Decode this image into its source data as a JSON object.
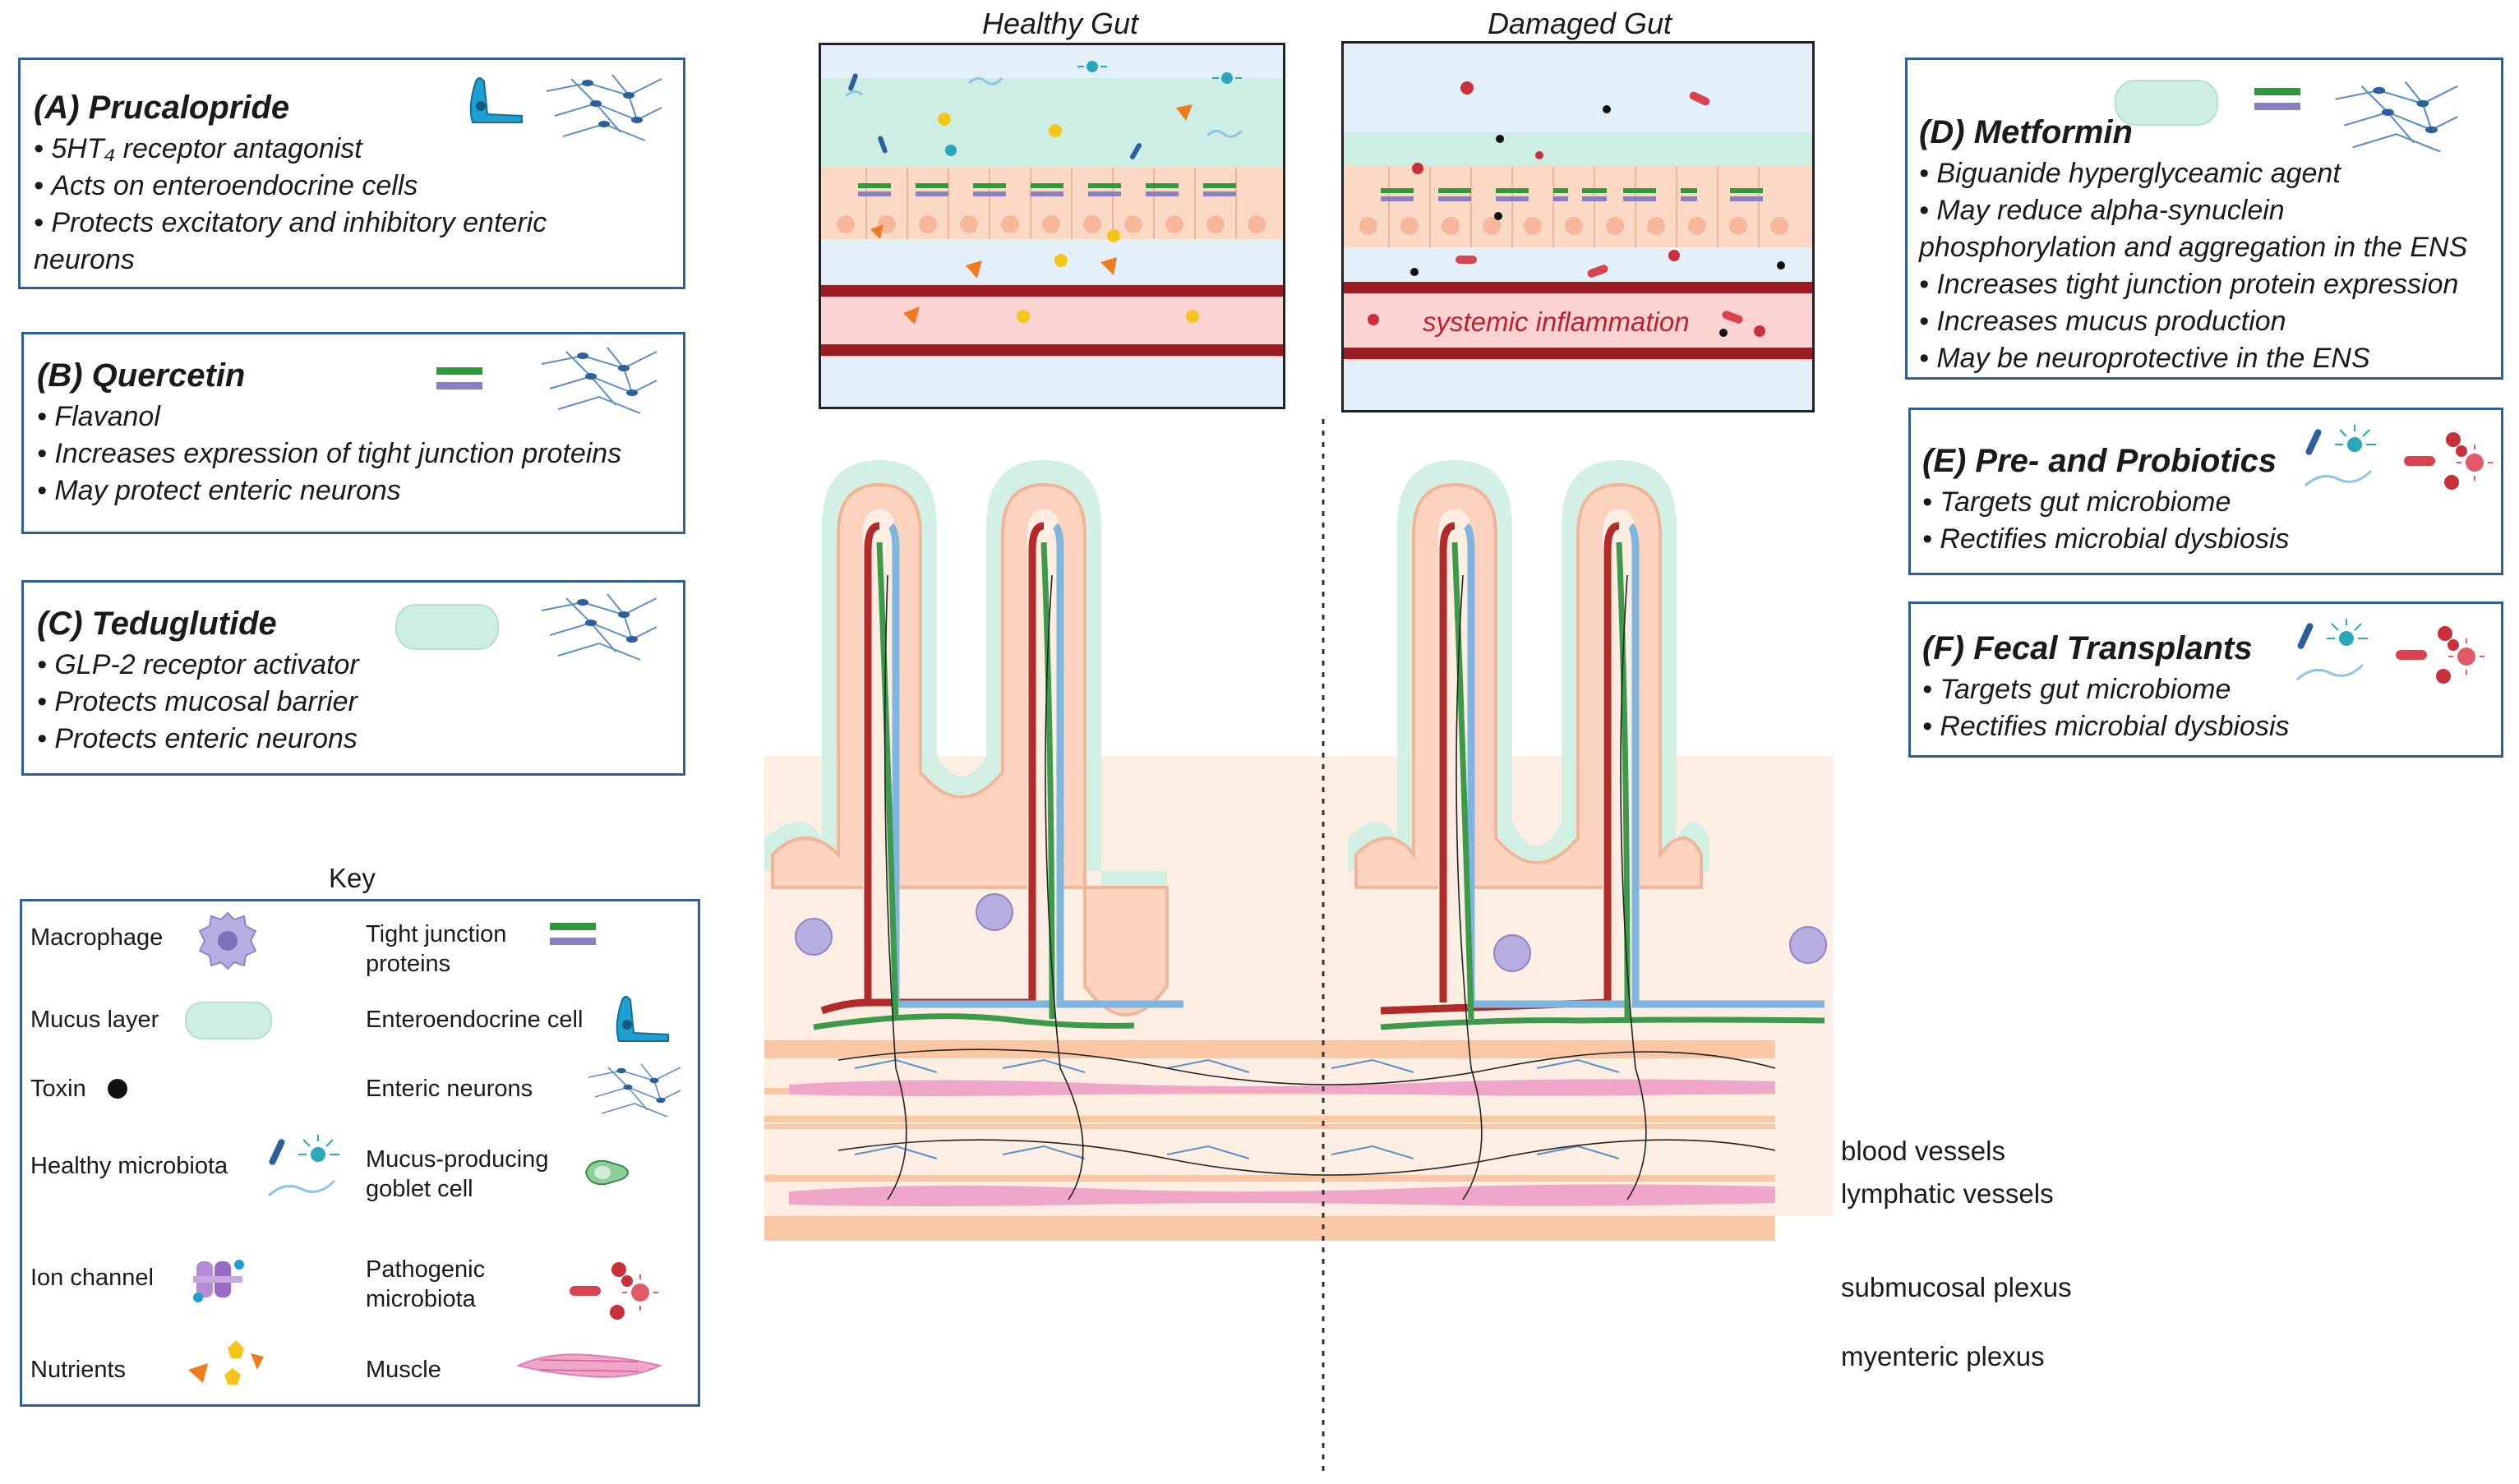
{
  "panels": {
    "healthy": {
      "title": "Healthy Gut"
    },
    "damaged": {
      "title": "Damaged Gut",
      "inflammation": "systemic inflammation"
    }
  },
  "treatments": [
    {
      "title": "(A) Prucalopride",
      "points": [
        "5HT₄ receptor antagonist",
        "Acts on enteroendocrine cells",
        "Protects excitatory and inhibitory enteric",
        "neurons"
      ]
    },
    {
      "title": "(B) Quercetin",
      "points": [
        "Flavanol",
        "Increases expression of tight junction proteins",
        "May protect enteric neurons"
      ]
    },
    {
      "title": "(C) Teduglutide",
      "points": [
        "GLP-2 receptor activator",
        "Protects mucosal barrier",
        "Protects enteric neurons"
      ]
    },
    {
      "title": "(D) Metformin",
      "points": [
        "Biguanide hyperglyceamic agent",
        "May reduce alpha-synuclein",
        "phosphorylation and aggregation in the ENS",
        "Increases tight junction protein expression",
        "Increases mucus production",
        "May be neuroprotective in the ENS"
      ]
    },
    {
      "title": "(E) Pre- and Probiotics",
      "points": [
        "Targets gut microbiome",
        "Rectifies microbial dysbiosis"
      ]
    },
    {
      "title": "(F) Fecal Transplants",
      "points": [
        "Targets gut microbiome",
        "Rectifies microbial dysbiosis"
      ]
    }
  ],
  "key": {
    "title": "Key",
    "items": [
      {
        "label": "Macrophage",
        "icon": "macrophage-icon"
      },
      {
        "label": "Mucus layer",
        "icon": "mucus-layer-icon"
      },
      {
        "label": "Toxin",
        "icon": "toxin-icon"
      },
      {
        "label": "Healthy microbiota",
        "icon": "healthy-microbiota-icon"
      },
      {
        "label": "Ion channel",
        "icon": "ion-channel-icon"
      },
      {
        "label": "Nutrients",
        "icon": "nutrients-icon"
      },
      {
        "label": "Tight junction proteins",
        "icon": "tight-junction-icon"
      },
      {
        "label": "Enteroendocrine cell",
        "icon": "enteroendocrine-cell-icon"
      },
      {
        "label": "Enteric neurons",
        "icon": "enteric-neurons-icon"
      },
      {
        "label": "Mucus-producing goblet cell",
        "icon": "goblet-cell-icon"
      },
      {
        "label": "Pathogenic microbiota",
        "icon": "pathogenic-microbiota-icon"
      },
      {
        "label": "Muscle",
        "icon": "muscle-icon"
      }
    ]
  },
  "tissue_labels": [
    "blood vessels",
    "lymphatic vessels",
    "submucosal plexus",
    "myenteric plexus"
  ],
  "colors": {
    "box_border": "#2f5f9a",
    "mucus": "#cdeee3",
    "epithelium": "#fbd9c4",
    "blood": "#b22a2a",
    "lymph": "#7fb6df",
    "tight_green": "#2e9a3c",
    "tight_purple": "#8a7fc4",
    "muscle": "#f0a6c8",
    "inflammation_text": "#c0202a"
  }
}
